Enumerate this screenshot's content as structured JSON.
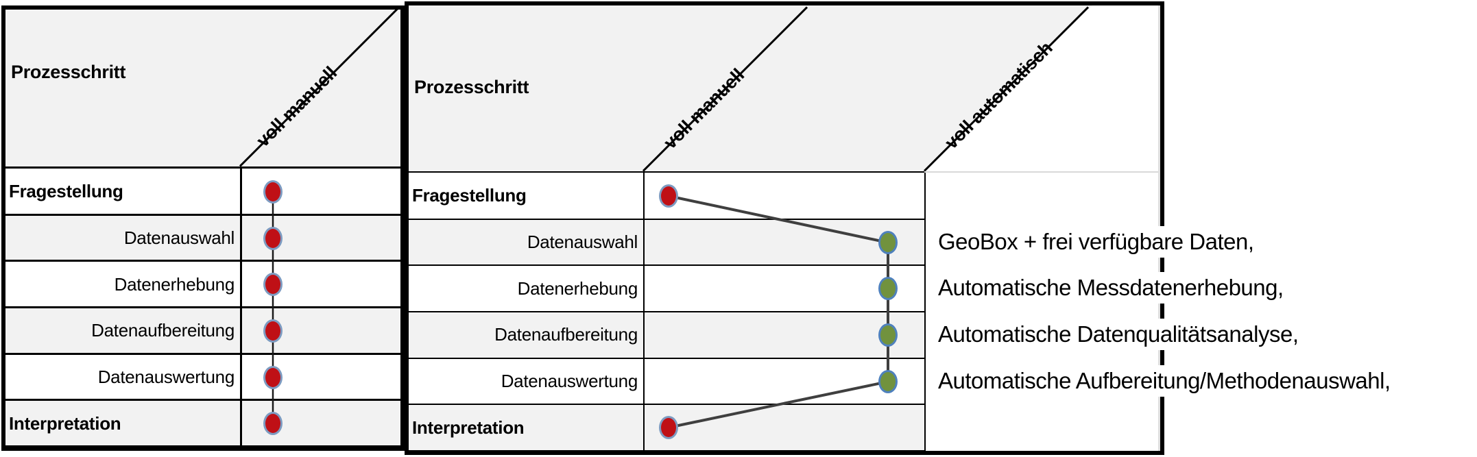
{
  "colors": {
    "stripe": "#f2f2f2",
    "dot_red": "#bf1016",
    "dot_green": "#71923e",
    "ring_red": "#7d9bc1",
    "ring_green": "#4f81bd",
    "connector_left": "#1a1a1a",
    "connector_right": "#3f3f3f"
  },
  "left_table": {
    "header": "Prozesschritt",
    "columns": [
      "voll manuell"
    ],
    "rows": [
      {
        "label": "Fragestellung",
        "bold": true,
        "dot": "manuell"
      },
      {
        "label": "Datenauswahl",
        "bold": false,
        "dot": "manuell"
      },
      {
        "label": "Datenerhebung",
        "bold": false,
        "dot": "manuell"
      },
      {
        "label": "Datenaufbereitung",
        "bold": false,
        "dot": "manuell"
      },
      {
        "label": "Datenauswertung",
        "bold": false,
        "dot": "manuell"
      },
      {
        "label": "Interpretation",
        "bold": true,
        "dot": "manuell"
      }
    ]
  },
  "right_table": {
    "header": "Prozesschritt",
    "columns": [
      "voll manuell",
      "voll automatisch"
    ],
    "rows": [
      {
        "label": "Fragestellung",
        "bold": true,
        "dot": "manuell",
        "annotation": ""
      },
      {
        "label": "Datenauswahl",
        "bold": false,
        "dot": "automatisch",
        "annotation": "GeoBox + frei verfügbare Daten,"
      },
      {
        "label": "Datenerhebung",
        "bold": false,
        "dot": "automatisch",
        "annotation": "Automatische Messdatenerhebung,"
      },
      {
        "label": "Datenaufbereitung",
        "bold": false,
        "dot": "automatisch",
        "annotation": "Automatische Datenqualitätsanalyse,"
      },
      {
        "label": "Datenauswertung",
        "bold": false,
        "dot": "automatisch",
        "annotation": "Automatische Aufbereitung/Methodenauswahl,"
      },
      {
        "label": "Interpretation",
        "bold": true,
        "dot": "manuell",
        "annotation": ""
      }
    ]
  }
}
